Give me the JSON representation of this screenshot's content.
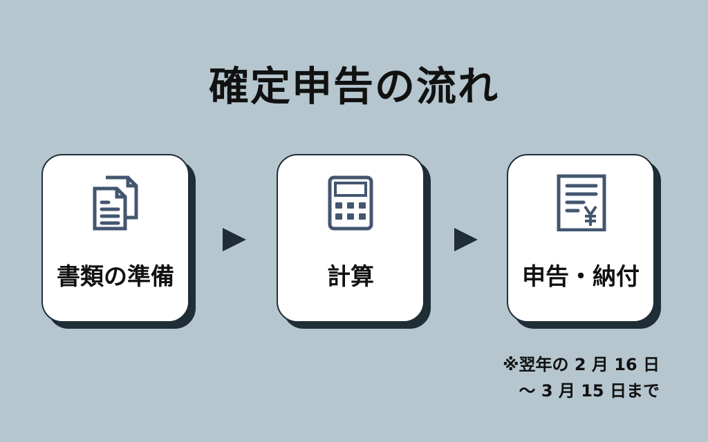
{
  "title": "確定申告の流れ",
  "steps": [
    {
      "label": "書類の準備",
      "icon": "documents-icon"
    },
    {
      "label": "計算",
      "icon": "calculator-icon"
    },
    {
      "label": "申告・納付",
      "icon": "invoice-yen-icon"
    }
  ],
  "note": {
    "line1": "※翌年の 2 月 16 日",
    "line2": "～ 3 月 15 日まで"
  },
  "colors": {
    "background": "#b5c6cf",
    "icon": "#435670",
    "border": "#1f2d36"
  }
}
